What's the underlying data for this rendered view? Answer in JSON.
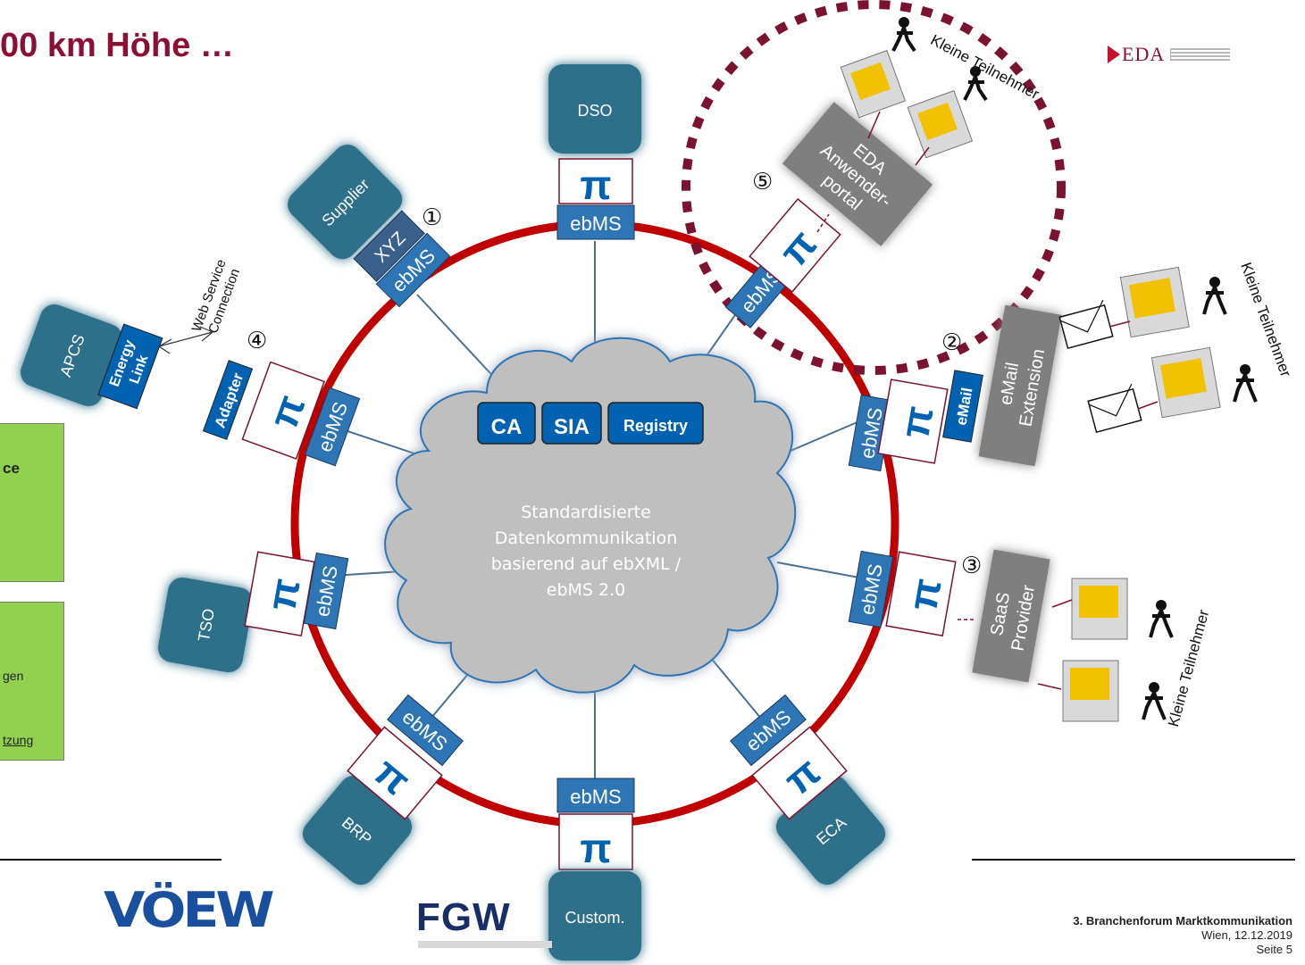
{
  "page": {
    "title": "00 km Höhe …",
    "eda_logo_text": "EDA"
  },
  "cloud": {
    "services": [
      "CA",
      "SIA",
      "Registry"
    ],
    "text_lines": [
      "Standardisierte",
      "Datenkommunikation",
      "basierend auf ebXML /",
      "ebMS 2.0"
    ]
  },
  "nodes": {
    "dso": "DSO",
    "supplier": "Supplier",
    "apcs": "APCS",
    "tso": "TSO",
    "brp": "BRP",
    "custom": "Custom.",
    "eca": "ECA"
  },
  "components": {
    "ebms": "ebMS",
    "pi_symbol": "π",
    "xyz": "XYZ",
    "adapter": "Adapter",
    "energy_link_lines": [
      "Energy",
      "Link"
    ],
    "web_service_lines": [
      "Web Service",
      "Connection"
    ],
    "email": "eMail",
    "email_extension_lines": [
      "eMail",
      "Extension"
    ],
    "saas_lines": [
      "SaaS",
      "Provider"
    ],
    "eda_portal_lines": [
      "EDA",
      "Anwender-",
      "portal"
    ]
  },
  "markers": [
    "①",
    "②",
    "③",
    "④",
    "⑤"
  ],
  "participants_label": "Kleine Teilnehmer",
  "left_panel": {
    "box1_text": "ce",
    "box2_line1": "gen",
    "box2_line2": "tzung"
  },
  "footer": {
    "event": "3. Branchenforum Marktkommunikation",
    "date": "Wien, 12.12.2019",
    "page": "Seite 5",
    "logo_left": "VÖEW",
    "logo_right": "FGW"
  },
  "colors": {
    "node": "#2e6f8a",
    "ring": "#c00000",
    "dotted": "#7b1230",
    "ebms": "#2e75b6",
    "module": "#0062b0",
    "grey_box": "#7f7f7f",
    "cloud": "#bfbfbf",
    "green": "#92d050"
  }
}
